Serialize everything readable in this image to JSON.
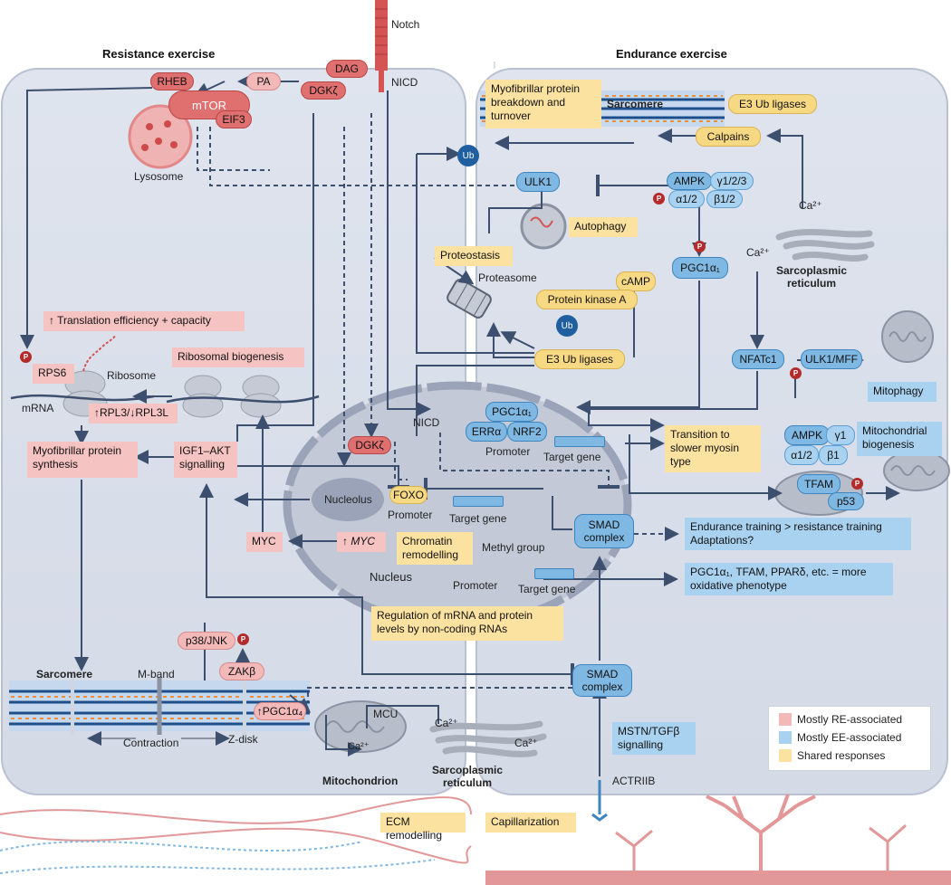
{
  "titles": {
    "resistance": "Resistance exercise",
    "endurance": "Endurance exercise"
  },
  "top": {
    "notch": "Notch",
    "nicd": "NICD"
  },
  "mtor": {
    "rheb": "RHEB",
    "mtor": "mTOR",
    "eif3": "EIF3",
    "pa": "PA",
    "dag": "DAG",
    "dgkz": "DGKζ",
    "lysosome": "Lysosome"
  },
  "sarcomere_top": {
    "label": "Sarcomere",
    "breakdown": "Myofibrillar protein breakdown and turnover",
    "e3": "E3 Ub ligases",
    "calpains": "Calpains",
    "ub": "Ub",
    "ca": "Ca²⁺"
  },
  "ampk": {
    "ulk1": "ULK1",
    "ampk": "AMPK",
    "g": "γ1/2/3",
    "a": "α1/2",
    "b": "β1/2",
    "p": "P"
  },
  "autophagy": "Autophagy",
  "proteostasis": {
    "title": "Proteostasis",
    "proteasome": "Proteasome",
    "camp": "cAMP",
    "pka": "Protein kinase A",
    "ub": "Ub",
    "e3": "E3 Ub ligases"
  },
  "pgc": {
    "pgc1a1": "PGC1α₁",
    "ca": "Ca²⁺",
    "sr": "Sarcoplasmic reticulum",
    "nfatc1": "NFATc1",
    "ulk1mff": "ULK1/MFF",
    "mitophagy": "Mitophagy"
  },
  "translation": {
    "title": "↑ Translation efficiency + capacity",
    "rps6": "RPS6",
    "ribosome": "Ribosome",
    "mrna": "mRNA",
    "rpl3": "↑RPL3/↓RPL3L",
    "biogenesis": "Ribosomal biogenesis",
    "myo_synth": "Myofibrillar protein synthesis",
    "igf": "IGF1–AKT signalling"
  },
  "nucleus": {
    "nicd": "NICD",
    "dgkz": "DGKζ",
    "pgc1a1": "PGC1α₁",
    "erra": "ERRα",
    "nrf2": "NRF2",
    "promoter": "Promoter",
    "target": "Target gene",
    "nucleolus": "Nucleolus",
    "foxo": "FOXO",
    "myc": "MYC",
    "upmyc": "↑ MYC",
    "chromatin": "Chromatin remodelling",
    "methyl": "Methyl group",
    "label": "Nucleus",
    "smad": "SMAD complex",
    "ncrna": "Regulation of mRNA and protein levels by non-coding RNAs"
  },
  "outputs": {
    "slower": "Transition to slower myosin type",
    "ee_rt": "Endurance training > resistance training Adaptations?",
    "pgc_list": "PGC1α₁, TFAM, PPARδ, etc. = more oxidative phenotype"
  },
  "mito": {
    "ampk": "AMPK",
    "g1": "γ1",
    "a12": "α1/2",
    "b1": "β1",
    "tfam": "TFAM",
    "p53": "p53",
    "biogenesis": "Mitochondrial biogenesis"
  },
  "bottom": {
    "sarcomere": "Sarcomere",
    "mband": "M-band",
    "zdisk": "Z-disk",
    "contraction": "Contraction",
    "p38": "p38/JNK",
    "zakb": "ZAKβ",
    "pgc1a4": "↑PGC1α₄",
    "mcu": "MCU",
    "ca": "Ca²⁺",
    "mitochondrion": "Mitochondrion",
    "sr": "Sarcoplasmic reticulum",
    "smad": "SMAD complex",
    "mstn": "MSTN/TGFβ signalling",
    "actriib": "ACTRIIB",
    "ecm": "ECM remodelling",
    "capillarization": "Capillarization"
  },
  "legend": [
    {
      "label": "Mostly RE-associated",
      "color": "#f3b8b8"
    },
    {
      "label": "Mostly EE-associated",
      "color": "#a9d2f0"
    },
    {
      "label": "Shared responses",
      "color": "#fbe2a0"
    }
  ]
}
